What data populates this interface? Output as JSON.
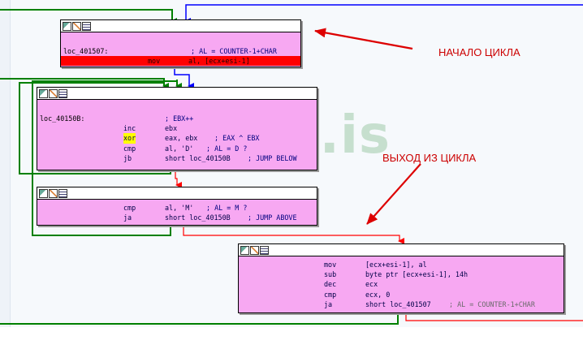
{
  "nodes": {
    "block1": {
      "label": "loc_401507:",
      "label_comment": "; AL = COUNTER-1+CHAR",
      "lines": [
        {
          "mnemonic": "mov",
          "operands": "al, [ecx+esi-1]"
        }
      ]
    },
    "block2": {
      "label": "loc_40150B:",
      "label_comment": "; EBX++",
      "lines": [
        {
          "mnemonic": "inc",
          "operands": "ebx",
          "comment": ""
        },
        {
          "mnemonic": "xor",
          "operands": "eax, ebx",
          "comment": "; EAX ^ EBX"
        },
        {
          "mnemonic": "cmp",
          "operands": "al, 'D'",
          "comment": "; AL = D ?"
        },
        {
          "mnemonic": "jb",
          "operands": "short loc_40150B",
          "comment": "; JUMP BELOW"
        }
      ]
    },
    "block3": {
      "lines": [
        {
          "mnemonic": "cmp",
          "operands": "al, 'M'",
          "comment": "; AL = M ?"
        },
        {
          "mnemonic": "ja",
          "operands": "short loc_40150B",
          "comment": "; JUMP ABOVE"
        }
      ]
    },
    "block4": {
      "lines": [
        {
          "mnemonic": "mov",
          "operands": "[ecx+esi-1], al",
          "comment": ""
        },
        {
          "mnemonic": "sub",
          "operands": "byte ptr [ecx+esi-1], 14h",
          "comment": ""
        },
        {
          "mnemonic": "dec",
          "operands": "ecx",
          "comment": ""
        },
        {
          "mnemonic": "cmp",
          "operands": "ecx, 0",
          "comment": ""
        },
        {
          "mnemonic": "ja",
          "operands": "short loc_401507",
          "comment": "; AL = COUNTER-1+CHAR"
        }
      ]
    }
  },
  "annotations": {
    "loop_start": "НАЧАЛО ЦИКЛА",
    "loop_exit": "ВЫХОД ИЗ ЦИКЛА"
  },
  "watermark": "XSS.is",
  "colors": {
    "node_bg": "#f7a8f2",
    "selected_row": "#ff0000",
    "xor_highlight": "#ffff00",
    "edge_true": "#008000",
    "edge_false": "#ff0000",
    "edge_unconditional": "#0000ff",
    "annotation": "#cc0000"
  }
}
